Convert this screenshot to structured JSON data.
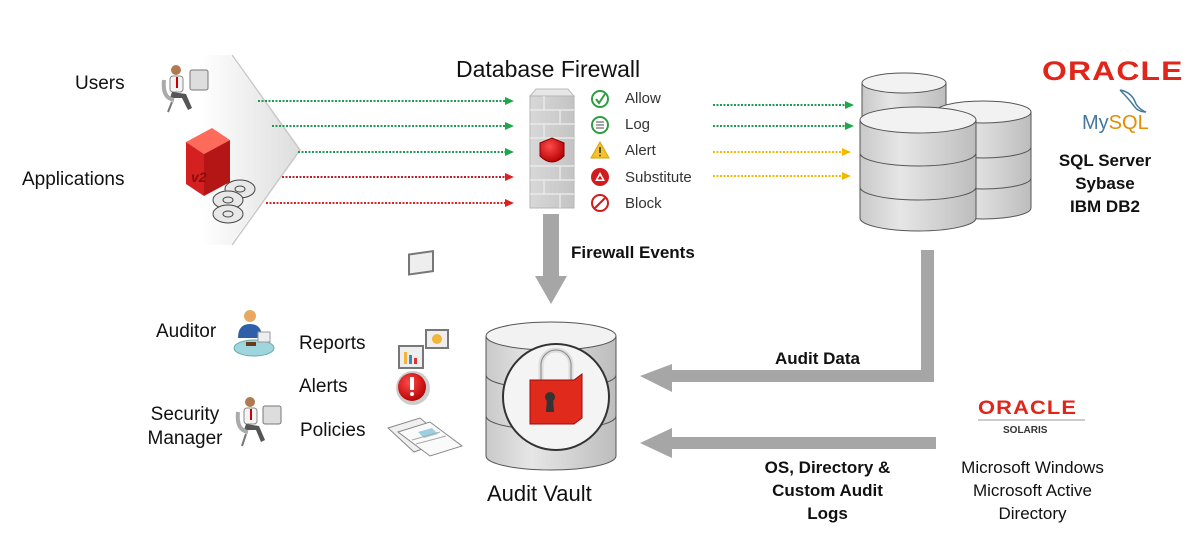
{
  "title": "Database Firewall",
  "sources": {
    "users_label": "Users",
    "applications_label": "Applications",
    "app_box_text": "v2"
  },
  "firewall": {
    "title": "Database Firewall",
    "actions": [
      {
        "label": "Allow",
        "icon": "check-circle-icon",
        "color": "#2e9e44"
      },
      {
        "label": "Log",
        "icon": "list-circle-icon",
        "color": "#2e9e44"
      },
      {
        "label": "Alert",
        "icon": "warning-triangle-icon",
        "color": "#f0b400"
      },
      {
        "label": "Substitute",
        "icon": "substitute-icon",
        "color": "#d01c1c"
      },
      {
        "label": "Block",
        "icon": "block-icon",
        "color": "#d01c1c"
      }
    ],
    "events_label": "Firewall Events"
  },
  "databases": {
    "oracle_logo": "ORACLE",
    "mysql_logo_my": "My",
    "mysql_logo_sql": "SQL",
    "others": [
      "SQL Server",
      "Sybase",
      "IBM DB2"
    ]
  },
  "audit_vault": {
    "label": "Audit Vault",
    "audit_data_label": "Audit Data",
    "os_logs_label": [
      "OS, Directory &",
      "Custom Audit",
      "Logs"
    ]
  },
  "os_sources": {
    "oracle_logo": "ORACLE",
    "solaris_label": "SOLARIS",
    "lines": [
      "Microsoft Windows",
      "Microsoft Active",
      "Directory"
    ]
  },
  "roles": {
    "auditor_label": "Auditor",
    "security_manager_label": [
      "Security",
      "Manager"
    ],
    "outputs": [
      "Reports",
      "Alerts",
      "Policies"
    ]
  },
  "colors": {
    "allow_arrow": "#1f9a55",
    "block_arrow": "#d9262c",
    "alert_arrow": "#f5b800",
    "flow_arrow": "#a6a6a6",
    "oracle_red": "#e0261b",
    "mysql_blue": "#44799c",
    "mysql_orange": "#e48e00"
  }
}
